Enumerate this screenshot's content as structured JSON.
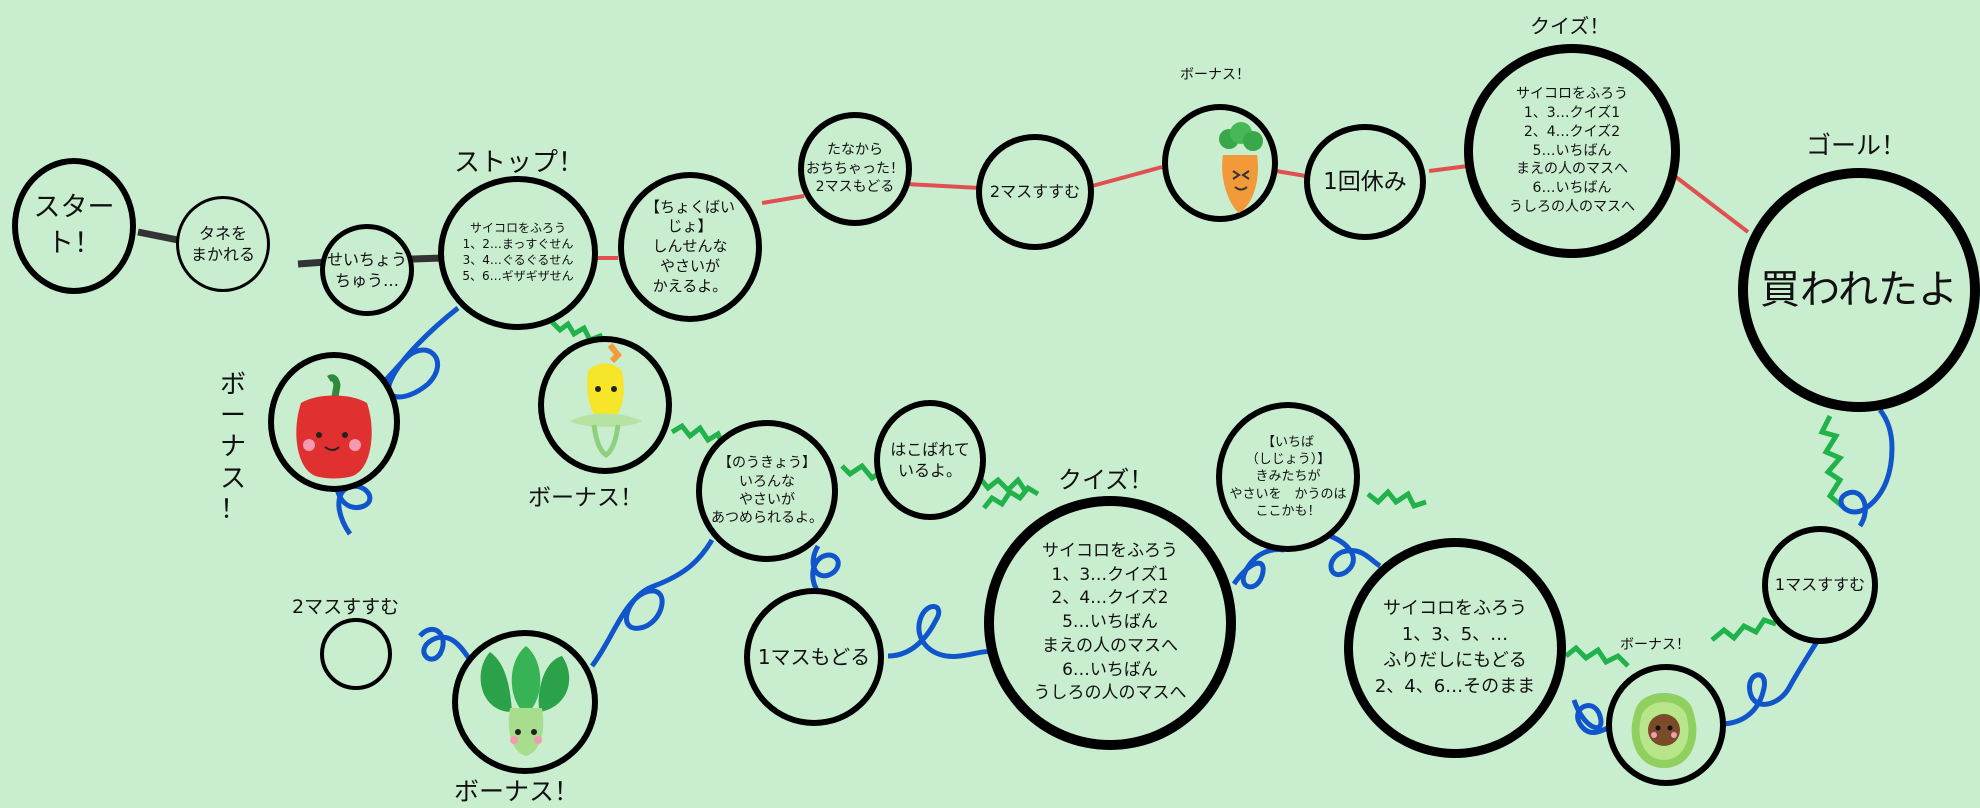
{
  "board": {
    "start": "スタート！",
    "seed": "タネを\nまかれる",
    "growing": "せいちょう\nちゅう…",
    "stop_label": "ストップ！",
    "stop_box": "サイコロをふろう\n1、2…まっすぐせん\n3、4…ぐるぐるせん\n5、6…ギザギザせん",
    "direct": "【ちょくばい\nじょ】\nしんせんな\nやさいが\nかえるよ。",
    "fell": "たなから\nおちちゃった！\n2マスもどる",
    "advance2": "2マスすすむ",
    "bonus_carrot": "ボーナス！",
    "rest": "1回休み",
    "quiz1_label": "クイズ！",
    "quiz1_box": "サイコロをふろう\n1、3…クイズ1\n2、4…クイズ2\n5…いちばん\nまえの人のマスへ\n6…いちばん\nうしろの人のマスへ",
    "goal_label": "ゴール！",
    "goal": "買われたよ",
    "bonus_pepper": "ボーナス\n！",
    "bonus_corn": "ボーナス！",
    "nokyo": "【のうきょう】\nいろんな\nやさいが\nあつめられるよ。",
    "carried": "はこばれて\nいるよ。",
    "advance2_side": "2マスすすむ",
    "bonus_spinach": "ボーナス！",
    "back1": "1マスもどる",
    "quiz2_label": "クイズ！",
    "quiz2_box": "サイコロをふろう\n1、3…クイズ1\n2、4…クイズ2\n5…いちばん\nまえの人のマスへ\n6…いちばん\nうしろの人のマスへ",
    "market": "【いちば\n（しじょう）】\nきみたちが\nやさいを　かうのは\nここかも！",
    "dice_box": "サイコロをふろう\n1、3、5、…\nふりだしにもどる\n2、4、6…そのまま",
    "bonus_avocado": "ボーナス！",
    "advance1": "1マスすすむ"
  },
  "colors": {
    "background": "#c9edcf",
    "straight_line_red": "#e05050",
    "start_line": "#333333",
    "zigzag_green": "#22b24c",
    "spiral_blue": "#1155cc"
  },
  "icons": [
    "pepper-icon",
    "corn-icon",
    "carrot-icon",
    "spinach-icon",
    "avocado-icon"
  ]
}
